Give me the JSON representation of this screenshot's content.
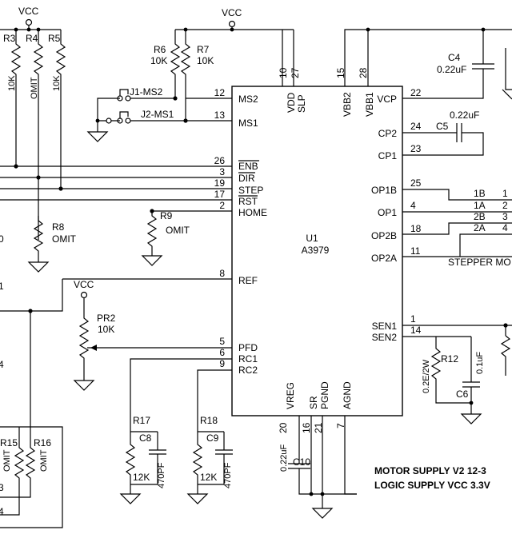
{
  "rails": {
    "vcc_left": "VCC",
    "vcc_mid": "VCC",
    "vcc_pot": "VCC"
  },
  "ic": {
    "ref": "U1",
    "part": "A3979"
  },
  "pins_left": [
    {
      "num": "12",
      "name": "MS2"
    },
    {
      "num": "13",
      "name": "MS1"
    },
    {
      "num": "26",
      "name": "ENB"
    },
    {
      "num": "3",
      "name": "DIR"
    },
    {
      "num": "19",
      "name": "STEP"
    },
    {
      "num": "17",
      "name": "RST"
    },
    {
      "num": "2",
      "name": "HOME"
    },
    {
      "num": "8",
      "name": "REF"
    },
    {
      "num": "5",
      "name": "PFD"
    },
    {
      "num": "6",
      "name": "RC1"
    },
    {
      "num": "9",
      "name": "RC2"
    }
  ],
  "pins_right": [
    {
      "num": "22",
      "name": "VCP"
    },
    {
      "num": "24",
      "name": "CP2"
    },
    {
      "num": "23",
      "name": "CP1"
    },
    {
      "num": "25",
      "name": "OP1B"
    },
    {
      "num": "4",
      "name": "OP1"
    },
    {
      "num": "18",
      "name": "OP2B"
    },
    {
      "num": "11",
      "name": "OP2A"
    },
    {
      "num": "1",
      "name": "SEN1"
    },
    {
      "num": "14",
      "name": "SEN2"
    }
  ],
  "pins_top": [
    {
      "num": "10",
      "name": "VDD"
    },
    {
      "num": "27",
      "name": "SLP"
    },
    {
      "num": "15",
      "name": "VBB2"
    },
    {
      "num": "28",
      "name": "VBB1"
    }
  ],
  "pins_bottom": [
    {
      "num": "20",
      "name": "VREG"
    },
    {
      "num": "16",
      "name": "SR"
    },
    {
      "num": "21",
      "name": "PGND"
    },
    {
      "num": "7",
      "name": "AGND"
    }
  ],
  "jumpers": {
    "j1": "J1-MS2",
    "j2": "J2-MS1"
  },
  "resistors": {
    "r3": {
      "ref": "R3",
      "val": "10K"
    },
    "r4": {
      "ref": "R4",
      "val": "OMIT"
    },
    "r5": {
      "ref": "R5",
      "val": "10K"
    },
    "r6": {
      "ref": "R6",
      "val": "10K"
    },
    "r7": {
      "ref": "R7",
      "val": "10K"
    },
    "r8": {
      "ref": "R8",
      "val": "OMIT"
    },
    "r9": {
      "ref": "R9",
      "val": "OMIT"
    },
    "pr2": {
      "ref": "PR2",
      "val": "10K"
    },
    "r12": {
      "ref": "R12",
      "val": "0.2E/2W"
    },
    "r15": {
      "ref": "R15",
      "val": "OMIT"
    },
    "r16": {
      "ref": "R16",
      "val": "OMIT"
    },
    "r17": {
      "ref": "R17",
      "val": "12K"
    },
    "r18": {
      "ref": "R18",
      "val": "12K"
    }
  },
  "capacitors": {
    "c4": {
      "ref": "C4",
      "val": "0.22uF"
    },
    "c5": {
      "ref": "C5",
      "val": "0.22uF"
    },
    "c6": {
      "ref": "C6",
      "val": "0.1uF"
    },
    "c8": {
      "ref": "C8",
      "val": "470PF"
    },
    "c9": {
      "ref": "C9",
      "val": "470PF"
    },
    "c10": {
      "ref": "C10",
      "val": "0.22uF"
    }
  },
  "connector": {
    "label": "STEPPER MO",
    "pins": [
      {
        "name": "1B",
        "num": "1"
      },
      {
        "name": "1A",
        "num": "2"
      },
      {
        "name": "2B",
        "num": "3"
      },
      {
        "name": "2A",
        "num": "4"
      }
    ]
  },
  "notes": {
    "motor_supply": "MOTOR SUPPLY  V2 12-3",
    "logic_supply": "LOGIC SUPPLY VCC 3.3V"
  },
  "edge_fragments": [
    "0",
    "1",
    "4",
    "3",
    "4"
  ]
}
